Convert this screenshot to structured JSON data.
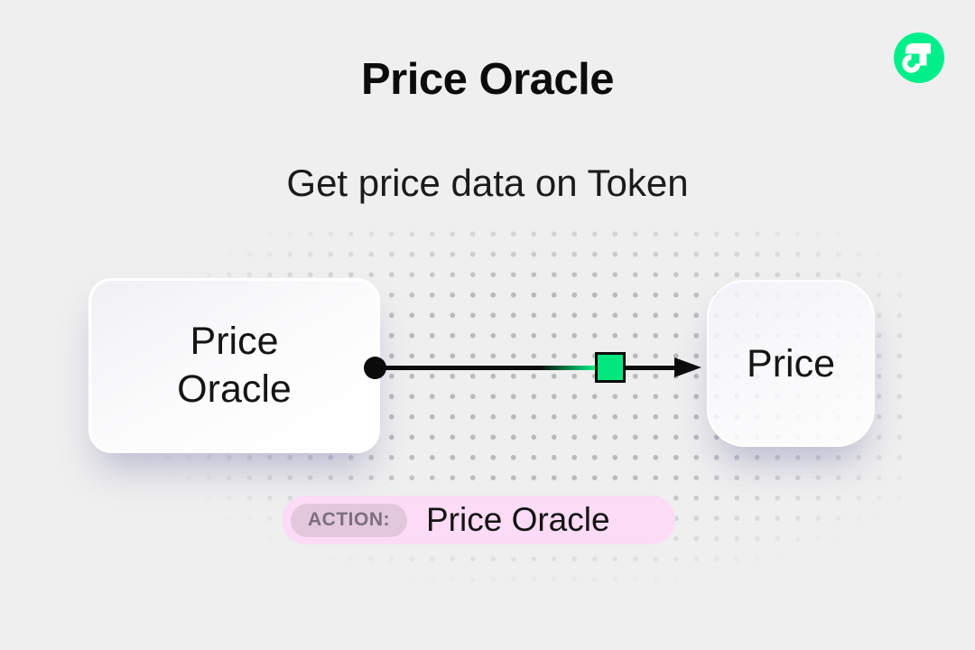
{
  "header": {
    "title": "Price Oracle",
    "subtitle": "Get price data on Token"
  },
  "brand": {
    "logo": "flow-logo",
    "logo_color": "#00ef8b"
  },
  "diagram": {
    "nodes": [
      {
        "id": "price-oracle",
        "label": "Price Oracle"
      },
      {
        "id": "price",
        "label": "Price"
      }
    ],
    "edge": {
      "from": "price-oracle",
      "to": "price",
      "marker": "green-square",
      "marker_color": "#00e87d"
    }
  },
  "action_bar": {
    "label": "ACTION:",
    "value": "Price Oracle"
  },
  "colors": {
    "background": "#efefef",
    "pill_bg": "#fbdbf6",
    "pill_label_bg": "#e2c7dd",
    "pill_label_text": "#7b6f7b",
    "flow_green": "#00ef8b",
    "marker_green": "#00e87d"
  }
}
